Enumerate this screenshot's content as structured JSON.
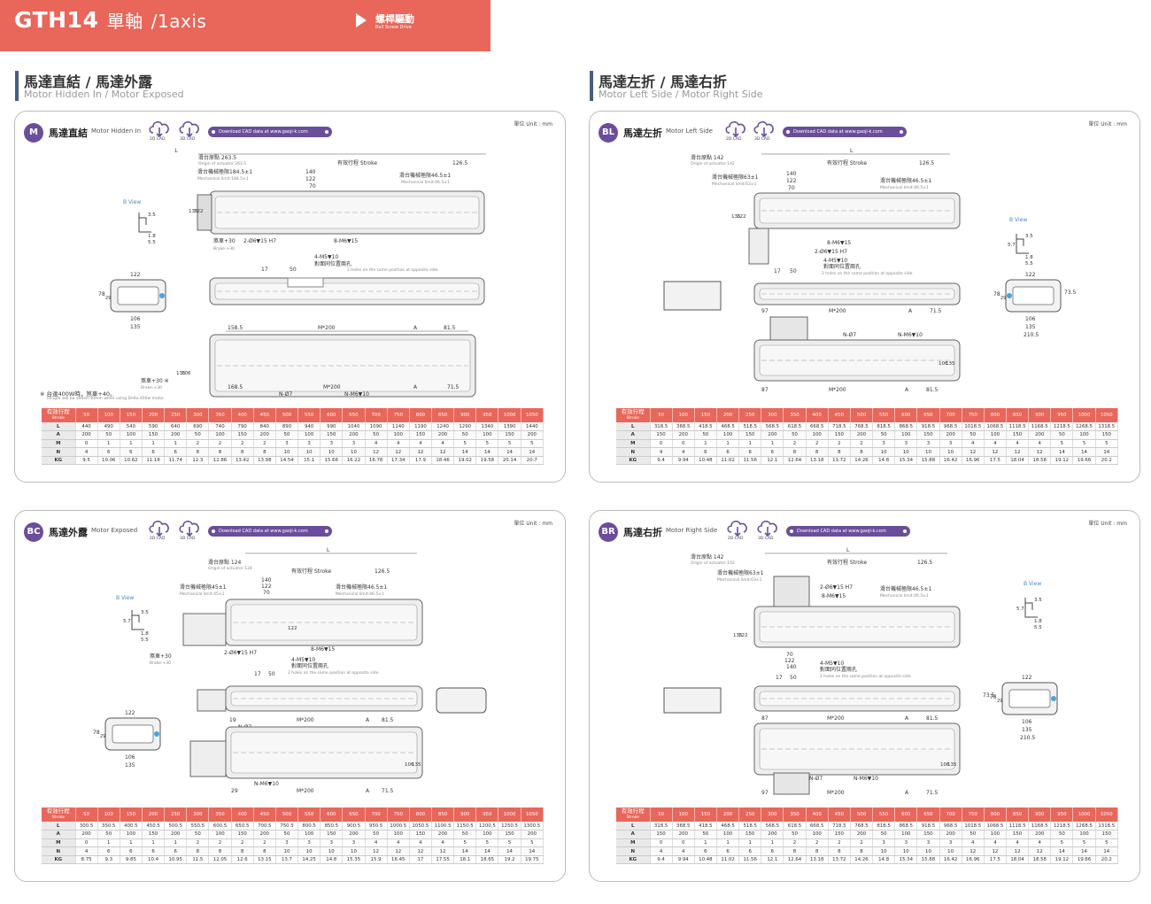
{
  "header": {
    "model": "GTH14",
    "title_cn": "單軸",
    "title_en": "/1axis",
    "drive_cn": "螺桿驅動",
    "drive_en": "Ball Screw Drive"
  },
  "sections": [
    {
      "cn": "馬達直結 / 馬達外露",
      "en": "Motor Hidden In / Motor Exposed"
    },
    {
      "cn": "馬達左折 / 馬達右折",
      "en": "Motor Left Side / Motor Right Side"
    }
  ],
  "common": {
    "unit": "單位 Unit : mm",
    "cad2d": "2D CAD",
    "cad3d": "3D CAD",
    "download": "Download CAD data at  www.gaoji-k.com",
    "stroke_header_cn": "有效行程",
    "stroke_header_en": "Stroke",
    "strokes": [
      "50",
      "100",
      "150",
      "200",
      "250",
      "300",
      "350",
      "400",
      "450",
      "500",
      "550",
      "600",
      "650",
      "700",
      "750",
      "800",
      "850",
      "900",
      "950",
      "1000",
      "1050"
    ],
    "b_view": "B View",
    "m200": "M*200",
    "n_hole": "N-Ø7",
    "n_m6": "N-M6▼10",
    "label_L": "L",
    "label_A": "A",
    "mech_limit_cn": "滑台機械極限",
    "origin_cn": "滑台原點",
    "stroke_cn": "有效行程",
    "holes_cn": "4-M5▼10",
    "holes_same_cn": "對面同位置兩孔",
    "holes_same_en": "2 holes on the same position at opposite side.",
    "brake_cn": "煞車+30",
    "brake_en": "Brake:+30"
  },
  "panels": [
    {
      "code": "M",
      "name_cn": "馬達直結",
      "name_en": "Motor Hidden In",
      "note_cn": "※ 台達400W時，煞車+40。",
      "note_en": "Length will be added 40mm when using Delta 400w motor.",
      "dims": {
        "origin": "263.5",
        "origin_en": "Origin of actuator:263.5",
        "stroke_right": "126.5",
        "d140": "140",
        "d122": "122",
        "d70": "70",
        "mech_left": "184.5±1",
        "mech_left_en": "Mechanical limit:184.5±1",
        "mech_right": "46.5±1",
        "mech_right_en": "Mechanical limit:46.5±1",
        "hole2": "2-Ø6▼15 H7",
        "m6": "8-M6▼15",
        "h135": "135",
        "h122": "122",
        "bv35": "3.5",
        "bv18": "1.8",
        "bv55": "5.5",
        "w122": "122",
        "w106": "106",
        "w135": "135",
        "h78": "78",
        "h29": "29",
        "d17": "17",
        "d50": "50",
        "l1585": "158.5",
        "l815": "81.5",
        "l1685": "168.5",
        "l715": "71.5",
        "h106": "106",
        "brake_extra": "煞車+30 ※"
      },
      "rows": [
        {
          "label": "L",
          "values": [
            "440",
            "490",
            "540",
            "590",
            "640",
            "690",
            "740",
            "790",
            "840",
            "890",
            "940",
            "990",
            "1040",
            "1090",
            "1140",
            "1190",
            "1240",
            "1290",
            "1340",
            "1390",
            "1440"
          ]
        },
        {
          "label": "A",
          "values": [
            "200",
            "50",
            "100",
            "150",
            "200",
            "50",
            "100",
            "150",
            "200",
            "50",
            "100",
            "150",
            "200",
            "50",
            "100",
            "150",
            "200",
            "50",
            "100",
            "150",
            "200"
          ]
        },
        {
          "label": "M",
          "values": [
            "0",
            "1",
            "1",
            "1",
            "1",
            "2",
            "2",
            "2",
            "2",
            "3",
            "3",
            "3",
            "3",
            "4",
            "4",
            "4",
            "4",
            "5",
            "5",
            "5",
            "5"
          ]
        },
        {
          "label": "N",
          "values": [
            "4",
            "6",
            "6",
            "6",
            "6",
            "8",
            "8",
            "8",
            "8",
            "10",
            "10",
            "10",
            "10",
            "12",
            "12",
            "12",
            "12",
            "14",
            "14",
            "14",
            "14"
          ]
        },
        {
          "label": "KG",
          "values": [
            "9.5",
            "10.06",
            "10.62",
            "11.18",
            "11.74",
            "12.3",
            "12.86",
            "13.42",
            "13.98",
            "14.54",
            "15.1",
            "15.66",
            "16.22",
            "16.78",
            "17.34",
            "17.9",
            "18.46",
            "19.02",
            "19.58",
            "20.14",
            "20.7"
          ]
        }
      ]
    },
    {
      "code": "BL",
      "name_cn": "馬達左折",
      "name_en": "Motor Left Side",
      "dims": {
        "origin": "142",
        "origin_en": "Origin of actuator:142",
        "stroke_right": "126.5",
        "d140": "140",
        "d122": "122",
        "d70": "70",
        "mech_left": "63±1",
        "mech_left_en": "Mechanical limit:63±1",
        "mech_right": "46.5±1",
        "mech_right_en": "Mechanical limit:46.5±1",
        "hole2": "2-Ø6▼15 H7",
        "m6": "8-M6▼15",
        "h135": "135",
        "h122": "122",
        "bv35": "3.5",
        "bv57": "5.7",
        "bv18": "1.8",
        "bv55": "5.5",
        "w122": "122",
        "w106": "106",
        "w135": "135",
        "w2105": "210.5",
        "h735": "73.5",
        "h78": "78",
        "h29": "29",
        "d17": "17",
        "d50": "50",
        "l97": "97",
        "l715": "71.5",
        "l87": "87",
        "l815": "81.5",
        "h106": "106",
        "h135b": "135"
      },
      "rows": [
        {
          "label": "L",
          "values": [
            "318.5",
            "368.5",
            "418.5",
            "468.5",
            "518.5",
            "568.5",
            "618.5",
            "668.5",
            "718.5",
            "768.5",
            "818.5",
            "868.5",
            "918.5",
            "968.5",
            "1018.5",
            "1068.5",
            "1118.5",
            "1168.5",
            "1218.5",
            "1268.5",
            "1318.5"
          ]
        },
        {
          "label": "A",
          "values": [
            "150",
            "200",
            "50",
            "100",
            "150",
            "200",
            "50",
            "100",
            "150",
            "200",
            "50",
            "100",
            "150",
            "200",
            "50",
            "100",
            "150",
            "200",
            "50",
            "100",
            "150"
          ]
        },
        {
          "label": "M",
          "values": [
            "0",
            "0",
            "1",
            "1",
            "1",
            "1",
            "2",
            "2",
            "2",
            "2",
            "3",
            "3",
            "3",
            "3",
            "4",
            "4",
            "4",
            "4",
            "5",
            "5",
            "5"
          ]
        },
        {
          "label": "N",
          "values": [
            "4",
            "4",
            "6",
            "6",
            "6",
            "6",
            "8",
            "8",
            "8",
            "8",
            "10",
            "10",
            "10",
            "10",
            "12",
            "12",
            "12",
            "12",
            "14",
            "14",
            "14"
          ]
        },
        {
          "label": "KG",
          "values": [
            "9.4",
            "9.94",
            "10.48",
            "11.02",
            "11.56",
            "12.1",
            "12.64",
            "13.18",
            "13.72",
            "14.26",
            "14.8",
            "15.34",
            "15.88",
            "16.42",
            "16.96",
            "17.5",
            "18.04",
            "18.58",
            "19.12",
            "19.66",
            "20.2"
          ]
        }
      ]
    },
    {
      "code": "BC",
      "name_cn": "馬達外露",
      "name_en": "Motor Exposed",
      "dims": {
        "origin": "124",
        "origin_en": "Origin of actuator:124",
        "stroke_right": "126.5",
        "d140": "140",
        "d122": "122",
        "d70": "70",
        "mech_left": "45±1",
        "mech_left_en": "Mechanical limit:45±1",
        "mech_right": "46.5±1",
        "mech_right_en": "Mechanical limit:46.5±1",
        "hole2": "2-Ø6▼15 H7",
        "m6": "8-M6▼15",
        "h122": "122",
        "bv35": "3.5",
        "bv57": "5.7",
        "bv18": "1.8",
        "bv55": "5.5",
        "w122": "122",
        "w106": "106",
        "w135": "135",
        "h78": "78",
        "h29": "29",
        "d17": "17",
        "d50": "50",
        "l19": "19",
        "l815": "81.5",
        "l29": "29",
        "l715": "71.5",
        "h106": "106",
        "h135": "135"
      },
      "rows": [
        {
          "label": "L",
          "values": [
            "300.5",
            "350.5",
            "400.5",
            "450.5",
            "500.5",
            "550.5",
            "600.5",
            "650.5",
            "700.5",
            "750.5",
            "800.5",
            "850.5",
            "900.5",
            "950.5",
            "1000.5",
            "1050.5",
            "1100.5",
            "1150.5",
            "1200.5",
            "1250.5",
            "1300.5"
          ]
        },
        {
          "label": "A",
          "values": [
            "200",
            "50",
            "100",
            "150",
            "200",
            "50",
            "100",
            "150",
            "200",
            "50",
            "100",
            "150",
            "200",
            "50",
            "100",
            "150",
            "200",
            "50",
            "100",
            "150",
            "200"
          ]
        },
        {
          "label": "M",
          "values": [
            "0",
            "1",
            "1",
            "1",
            "1",
            "2",
            "2",
            "2",
            "2",
            "3",
            "3",
            "3",
            "3",
            "4",
            "4",
            "4",
            "4",
            "5",
            "5",
            "5",
            "5"
          ]
        },
        {
          "label": "N",
          "values": [
            "4",
            "6",
            "6",
            "6",
            "6",
            "8",
            "8",
            "8",
            "8",
            "10",
            "10",
            "10",
            "10",
            "12",
            "12",
            "12",
            "12",
            "14",
            "14",
            "14",
            "14"
          ]
        },
        {
          "label": "KG",
          "values": [
            "8.75",
            "9.3",
            "9.85",
            "10.4",
            "10.95",
            "11.5",
            "12.05",
            "12.6",
            "13.15",
            "13.7",
            "14.25",
            "14.8",
            "15.35",
            "15.9",
            "16.45",
            "17",
            "17.55",
            "18.1",
            "18.65",
            "19.2",
            "19.75"
          ]
        }
      ]
    },
    {
      "code": "BR",
      "name_cn": "馬達右折",
      "name_en": "Motor Right Side",
      "dims": {
        "origin": "142",
        "origin_en": "Origin of actuator:142",
        "stroke_right": "126.5",
        "d140": "140",
        "d122": "122",
        "d70": "70",
        "mech_left": "63±1",
        "mech_left_en": "Mechanical limit:63±1",
        "mech_right": "46.5±1",
        "mech_right_en": "Mechanical limit:46.5±1",
        "hole2": "2-Ø6▼15 H7",
        "m6": "8-M6▼15",
        "h135": "135",
        "h122": "122",
        "bv35": "3.5",
        "bv57": "5.7",
        "bv18": "1.8",
        "bv55": "5.5",
        "w122": "122",
        "w106": "106",
        "w135": "135",
        "w2105": "210.5",
        "h735": "73.5",
        "h78": "78",
        "h29": "29",
        "d17": "17",
        "d50": "50",
        "l87": "87",
        "l815": "81.5",
        "l97": "97",
        "l715": "71.5",
        "h106": "106",
        "h135b": "135"
      },
      "rows": [
        {
          "label": "L",
          "values": [
            "318.5",
            "368.5",
            "418.5",
            "468.5",
            "518.5",
            "568.5",
            "618.5",
            "668.5",
            "718.5",
            "768.5",
            "818.5",
            "868.5",
            "918.5",
            "968.5",
            "1018.5",
            "1068.5",
            "1118.5",
            "1168.5",
            "1218.5",
            "1268.5",
            "1318.5"
          ]
        },
        {
          "label": "A",
          "values": [
            "150",
            "200",
            "50",
            "100",
            "150",
            "200",
            "50",
            "100",
            "150",
            "200",
            "50",
            "100",
            "150",
            "200",
            "50",
            "100",
            "150",
            "200",
            "50",
            "100",
            "150"
          ]
        },
        {
          "label": "M",
          "values": [
            "0",
            "0",
            "1",
            "1",
            "1",
            "1",
            "2",
            "2",
            "2",
            "2",
            "3",
            "3",
            "3",
            "3",
            "4",
            "4",
            "4",
            "4",
            "5",
            "5",
            "5"
          ]
        },
        {
          "label": "N",
          "values": [
            "4",
            "4",
            "6",
            "6",
            "6",
            "6",
            "8",
            "8",
            "8",
            "8",
            "10",
            "10",
            "10",
            "10",
            "12",
            "12",
            "12",
            "12",
            "14",
            "14",
            "14"
          ]
        },
        {
          "label": "KG",
          "values": [
            "9.4",
            "9.94",
            "10.48",
            "11.02",
            "11.56",
            "12.1",
            "12.64",
            "13.18",
            "13.72",
            "14.26",
            "14.8",
            "15.34",
            "15.88",
            "16.42",
            "16.96",
            "17.5",
            "18.04",
            "18.58",
            "19.12",
            "19.66",
            "20.2"
          ]
        }
      ]
    }
  ]
}
